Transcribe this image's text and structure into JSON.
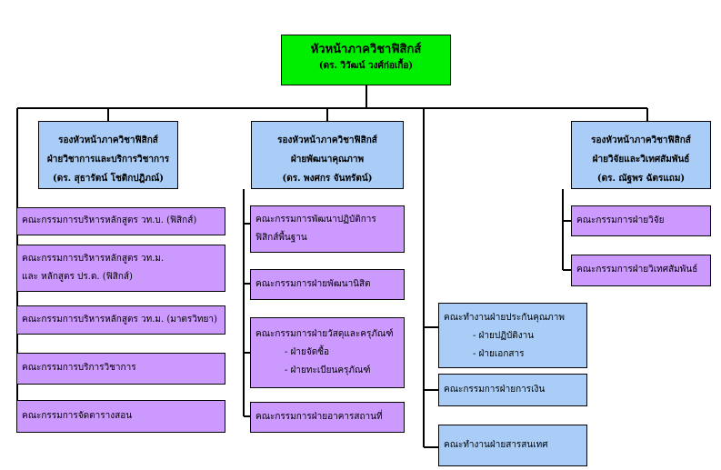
{
  "head": {
    "title": "หัวหน้าภาควิชาฟิสิกส์",
    "name": "(ดร. วิวัฒน์ วงศ์ก่อเกื้อ)"
  },
  "deputy_academic": {
    "line1": "รองหัวหน้าภาควิชาฟิสิกส์",
    "line2": "ฝ่ายวิชาการและบริการวิชาการ",
    "line3": "(ดร. สุธารัตน์ โชติกปฎิภณ์)"
  },
  "deputy_quality": {
    "line1": "รองหัวหน้าภาควิชาฟิสิกส์",
    "line2": "ฝ่ายพัฒนาคุณภาพ",
    "line3": "(ดร. พงศกร จันทรัตน์)"
  },
  "deputy_research": {
    "line1": "รองหัวหน้าภาควิชาฟิสิกส์",
    "line2": "ฝ่ายวิจัยและวิเทศสัมพันธ์",
    "line3": "(ดร. ณัฐพร ฉัตรแถม)"
  },
  "academic_committees": {
    "c1": "คณะกรรมการบริหารหลักสูตร วท.บ. (ฟิสิกส์)",
    "c2_line1": "คณะกรรมการบริหารหลักสูตร วท.ม.",
    "c2_line2": "และ หลักสูตร ปร.ด. (ฟิสิกส์)",
    "c3": "คณะกรรมการบริหารหลักสูตร วท.ม. (มาตรวิทยา)",
    "c4": "คณะกรรมการบริการวิชาการ",
    "c5": "คณะกรรมการจัดตารางสอน"
  },
  "quality_committees": {
    "c1_line1": "คณะกรรมการพัฒนาปฏิบัติการ",
    "c1_line2": "ฟิสิกส์พื้นฐาน",
    "c2": "คณะกรรมการฝ่ายพัฒนานิสิต",
    "c3_title": "คณะกรรมการฝ่ายวัสดุและครุภัณฑ์",
    "c3_sub1": "- ฝ่ายจัดซื้อ",
    "c3_sub2": "- ฝ่ายทะเบียนครุภัณฑ์",
    "c4": "คณะกรรมการฝ่ายอาคารสถานที่"
  },
  "direct_teams": {
    "t1_title": "คณะทำงานฝ่ายประกันคุณภาพ",
    "t1_sub1": "- ฝ่ายปฏิบัติงาน",
    "t1_sub2": "- ฝ่ายเอกสาร",
    "t2": "คณะกรรมการฝ่ายการเงิน",
    "t3": "คณะทำงานฝ่ายสารสนเทศ"
  },
  "research_committees": {
    "c1": "คณะกรรมการฝ่ายวิจัย",
    "c2": "คณะกรรมการฝ่ายวิเทศสัมพันธ์"
  },
  "colors": {
    "head": "#00ee00",
    "deputy": "#a9cdf6",
    "committee": "#cc99ff",
    "team": "#a9cdf6"
  }
}
